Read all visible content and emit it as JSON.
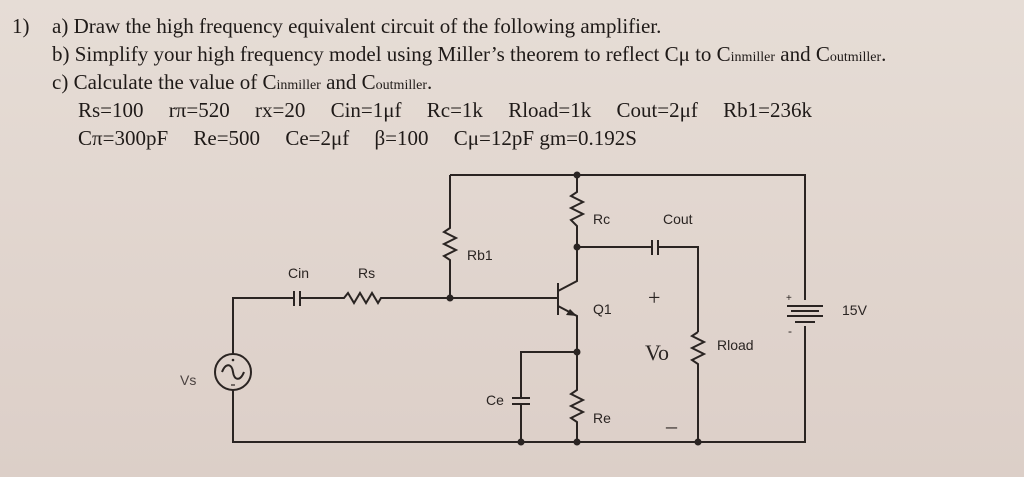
{
  "question": {
    "number": "1)",
    "parts": [
      {
        "label": "a)",
        "text": "Draw the high frequency equivalent circuit of the following amplifier."
      },
      {
        "label": "b)",
        "text_before": "Simplify your high frequency model using Miller’s theorem to reflect Cμ to C",
        "sub1": "inmiller",
        "mid": " and C",
        "sub2": "outmiller",
        "end": "."
      },
      {
        "label": "c)",
        "text_before": "Calculate the value of C",
        "sub1": "inmiller",
        "mid": " and C",
        "sub2": "outmiller",
        "end": "."
      }
    ],
    "parameters_row1": [
      "Rs=100",
      "rπ=520",
      "rx=20",
      "Cin=1μf",
      "Rc=1k",
      "Rload=1k",
      "Cout=2μf",
      "Rb1=236k"
    ],
    "parameters_row2": [
      "Cπ=300pF",
      "Re=500",
      "Ce=2μf",
      "β=100",
      "Cμ=12pF gm=0.192S"
    ]
  },
  "circuit": {
    "labels": {
      "cin": "Cin",
      "rs": "Rs",
      "rb1": "Rb1",
      "rc": "Rc",
      "cout": "Cout",
      "q1": "Q1",
      "ce": "Ce",
      "re": "Re",
      "vs": "Vs",
      "rload": "Rload",
      "vo": "Vo",
      "vo_plus": "+",
      "vo_minus": "–",
      "supply": "15V",
      "batt_plus": "+",
      "batt_minus": "-"
    }
  }
}
